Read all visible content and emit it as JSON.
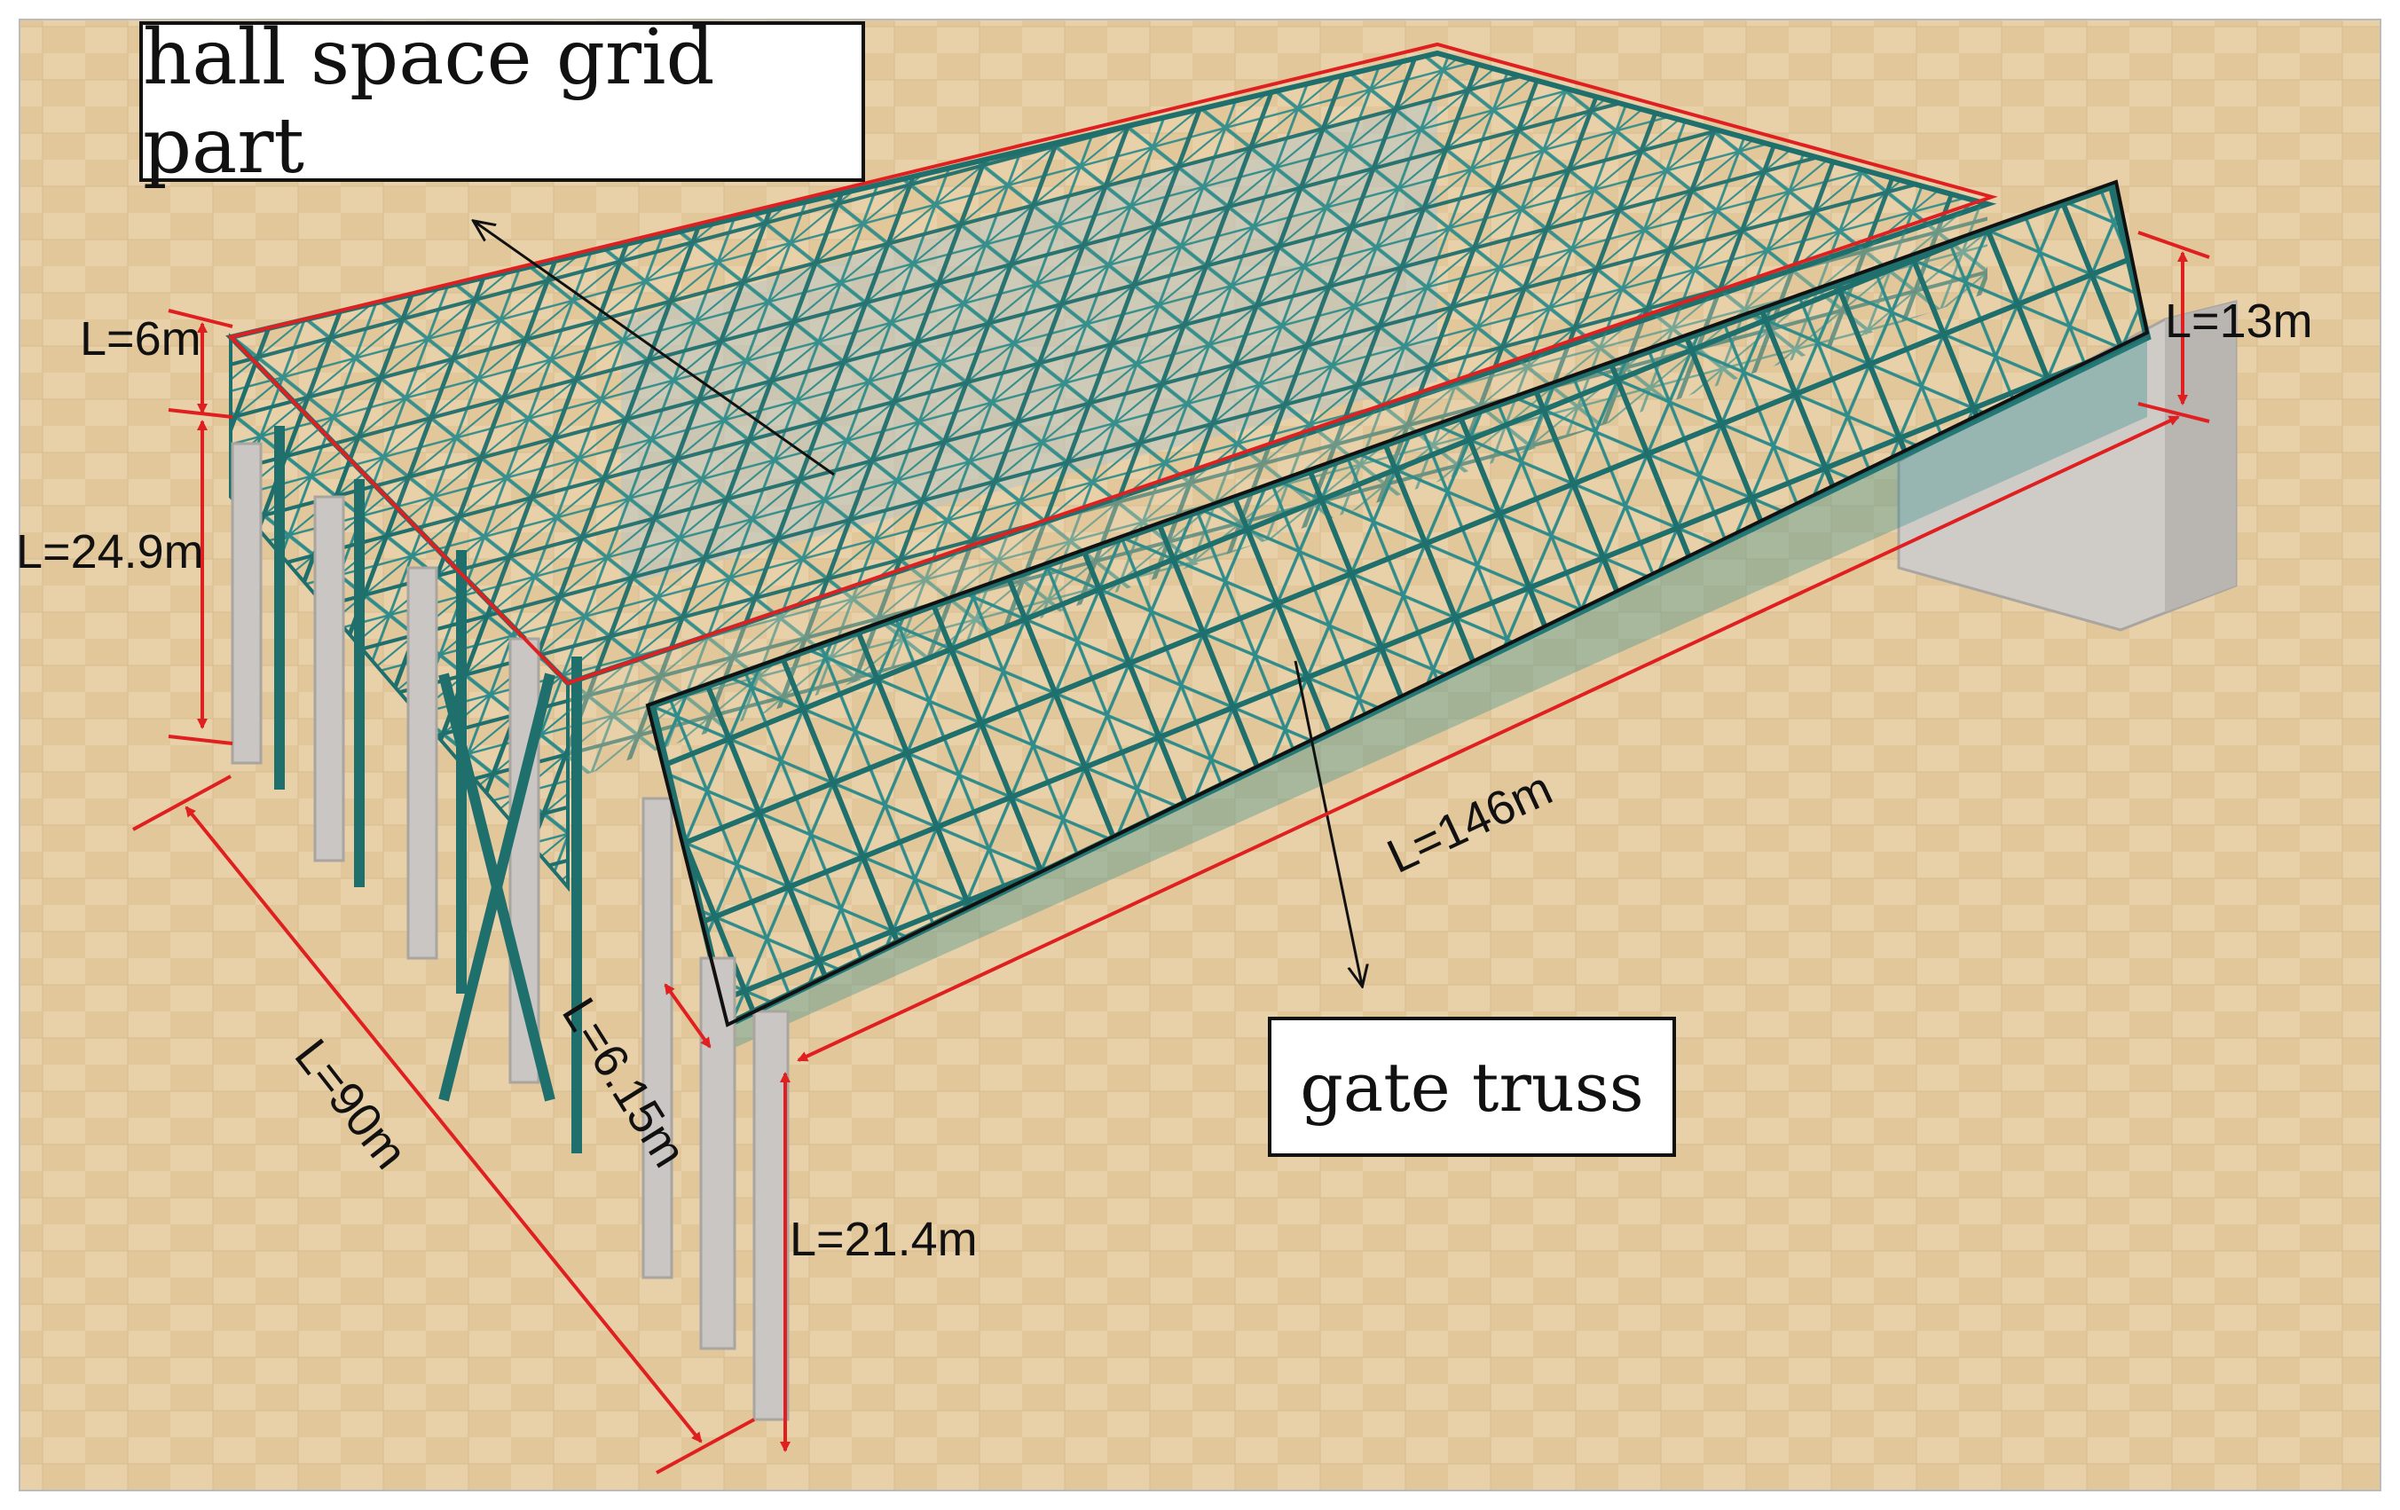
{
  "callouts": {
    "hall": "hall space grid part",
    "gate": "gate truss"
  },
  "dimensions": {
    "top_depth": "L=6m",
    "column_height": "L=24.9m",
    "hall_width": "L=90m",
    "gate_depth": "L=6.15m",
    "gate_column_height": "L=21.4m",
    "gate_span": "L=146m",
    "gate_truss_height": "L=13m"
  },
  "colors": {
    "ground": "#e7cfa6",
    "steel": "#2f8c8a",
    "columns": "#c9c6c3",
    "hall_outline": "#e02020",
    "gate_outline": "#111111"
  }
}
